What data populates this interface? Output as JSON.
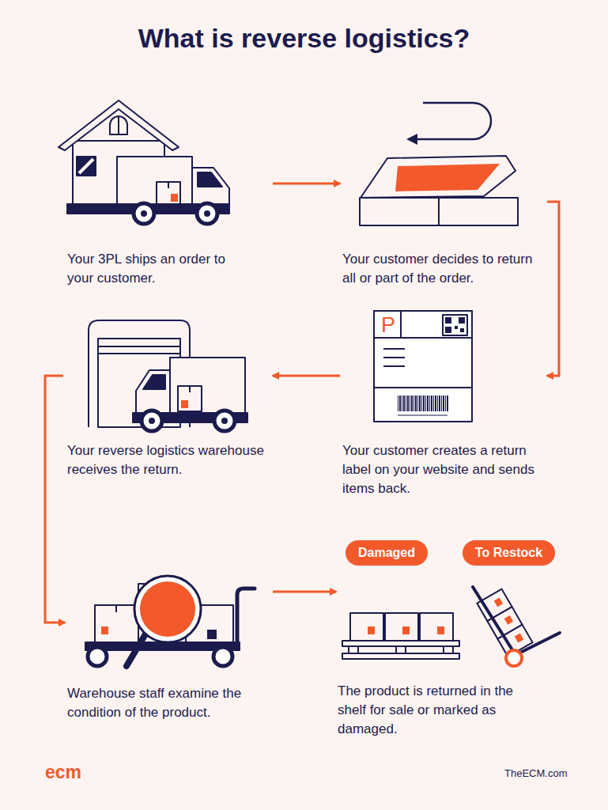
{
  "diagram": {
    "title": "What is reverse logistics?",
    "nodes": [
      {
        "text": [
          "Your 3PL ships an order to your customer."
        ]
      },
      {
        "text": [
          "Your customer decides to return all or part of the order."
        ]
      },
      {
        "text": [
          "Your reverse logistics warehouse receives the return."
        ]
      },
      {
        "text": [
          "Your customer creates a return label on your website and sends items back."
        ]
      },
      {
        "text": [
          "Warehouse staff examine the condition of the product."
        ]
      },
      {
        "text": [
          "Damaged"
        ]
      },
      {
        "text": [
          "To Restock"
        ]
      },
      {
        "text": [
          "The product is returned in the shelf for sale or marked as damaged."
        ]
      }
    ],
    "edges": [
      {
        "from": 0,
        "to": 1,
        "arrow": "to"
      },
      {
        "from": 1,
        "to": 3,
        "arrow": "to"
      },
      {
        "from": 3,
        "to": 2,
        "arrow": "to"
      },
      {
        "from": 2,
        "to": 4,
        "arrow": "to"
      },
      {
        "from": 4,
        "to": 7,
        "arrow": "to"
      }
    ],
    "labels": [
      "P",
      "ecm",
      "TheECM.com"
    ]
  }
}
